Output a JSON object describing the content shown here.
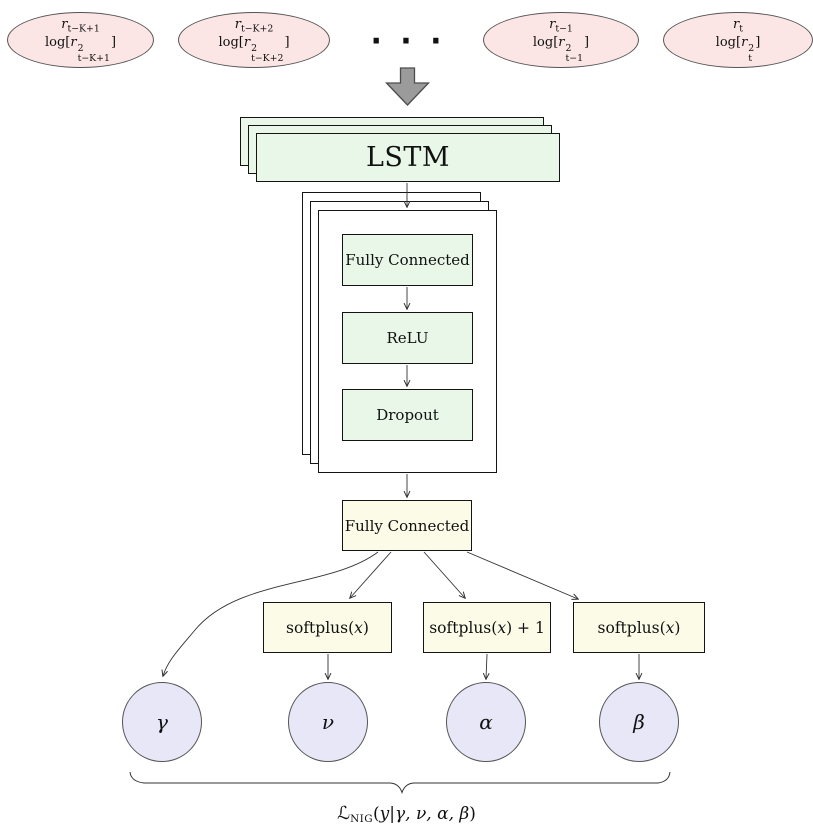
{
  "diagram": {
    "inputs": [
      {
        "var": "r",
        "var_sub": "t−K+1",
        "log": "log[",
        "base": "r",
        "sup": "2",
        "sub": "t−K+1",
        "close": "]"
      },
      {
        "var": "r",
        "var_sub": "t−K+2",
        "log": "log[",
        "base": "r",
        "sup": "2",
        "sub": "t−K+2",
        "close": "]"
      },
      {
        "var": "r",
        "var_sub": "t−1",
        "log": "log[",
        "base": "r",
        "sup": "2",
        "sub": "t−1",
        "close": "]"
      },
      {
        "var": "r",
        "var_sub": "t",
        "log": "log[",
        "base": "r",
        "sup": "2",
        "sub": "t",
        "close": "]"
      }
    ],
    "dots": "· · ·",
    "lstm_label": "LSTM",
    "mlp_layers": [
      {
        "label": "Fully Connected"
      },
      {
        "label": "ReLU"
      },
      {
        "label": "Dropout"
      }
    ],
    "fc_label": "Fully Connected",
    "activations": [
      {
        "prefix": "softplus(",
        "var": "x",
        "suffix": ")"
      },
      {
        "prefix": "softplus(",
        "var": "x",
        "suffix": ") + 1"
      },
      {
        "prefix": "softplus(",
        "var": "x",
        "suffix": ")"
      }
    ],
    "outputs": [
      {
        "label": "γ"
      },
      {
        "label": "ν"
      },
      {
        "label": "α"
      },
      {
        "label": "β"
      }
    ],
    "loss": {
      "script_l": "ℒ",
      "sub": "NIG",
      "open": "(",
      "y": "y",
      "bar": "|",
      "params": "γ, ν, α, β",
      "close": ")"
    },
    "colors": {
      "input_fill": "#fbe5e5",
      "layer_fill": "#e9f7e9",
      "box_fill": "#fcfbe8",
      "output_fill": "#e7e7f8",
      "big_arrow_fill": "#9b9b9b",
      "line": "#333333"
    }
  }
}
